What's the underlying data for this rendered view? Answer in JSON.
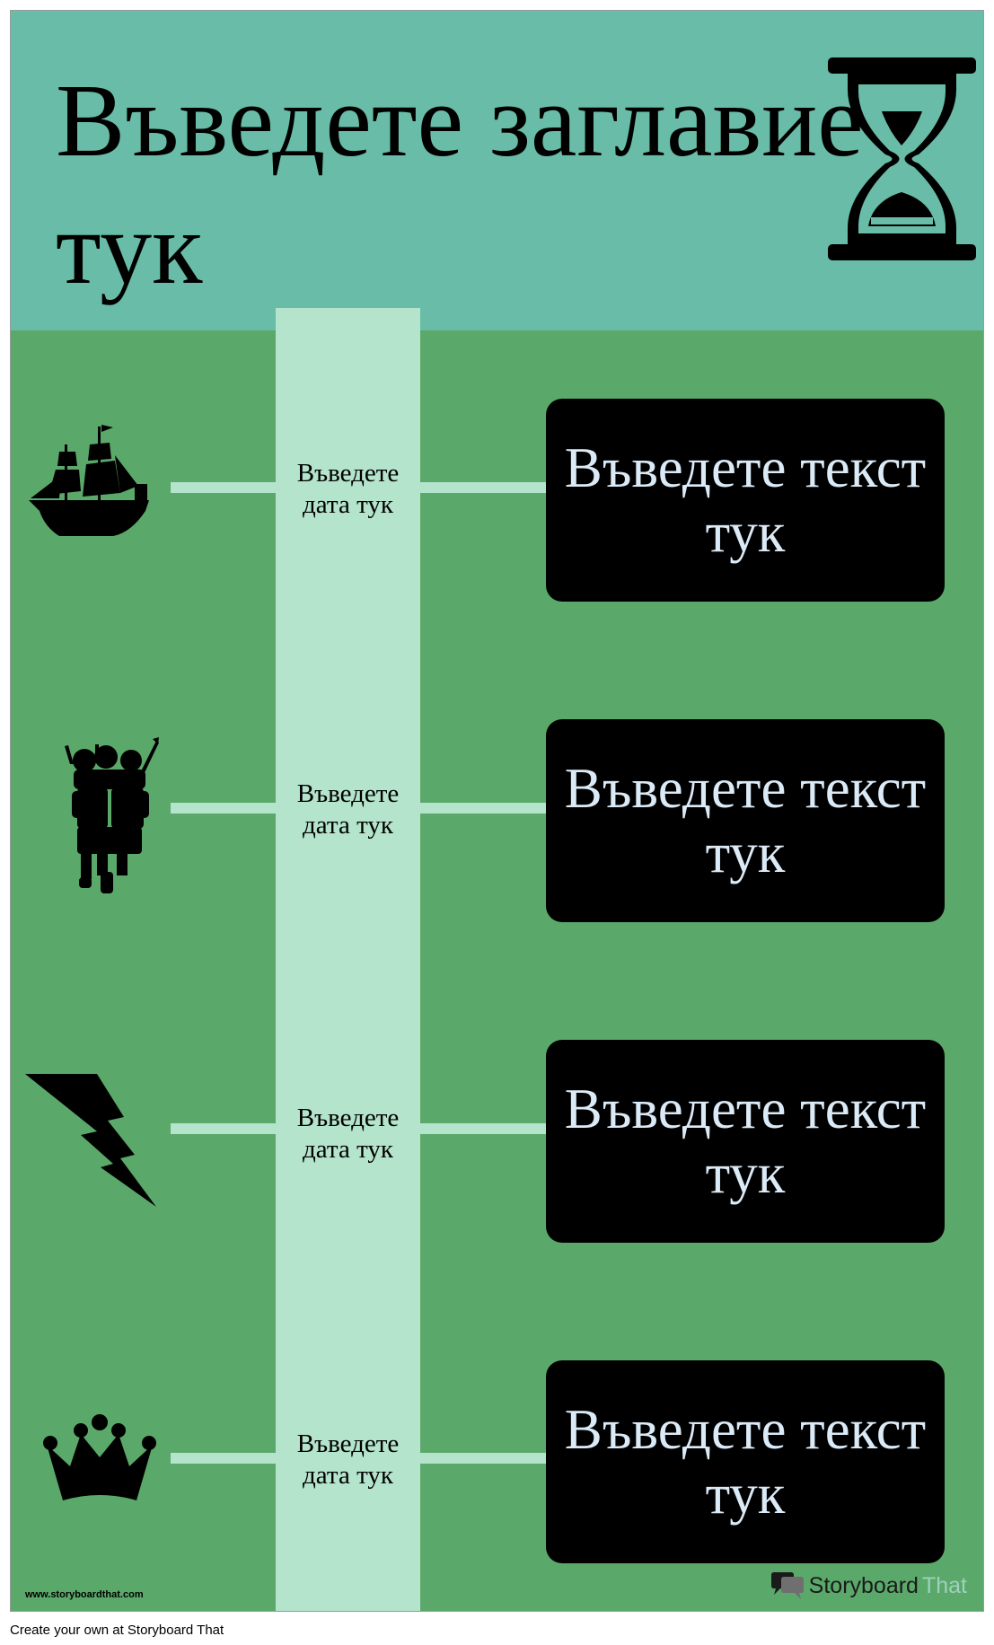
{
  "header": {
    "title": "Въведете заглавие тук"
  },
  "events": [
    {
      "date": "Въведете дата тук",
      "text": "Въведете текст тук",
      "icon": "ship-icon"
    },
    {
      "date": "Въведете дата тук",
      "text": "Въведете текст тук",
      "icon": "bagpipers-icon"
    },
    {
      "date": "Въведете дата тук",
      "text": "Въведете текст тук",
      "icon": "lightning-icon"
    },
    {
      "date": "Въведете дата тук",
      "text": "Въведете текст тук",
      "icon": "crown-icon"
    }
  ],
  "watermark": {
    "site": "www.storyboardthat.com",
    "brand_dark": "Storyboard",
    "brand_light": "That"
  },
  "footer": {
    "text": "Create your own at Storyboard That"
  },
  "colors": {
    "header_bg": "#69bda8",
    "body_bg": "#5aa96a",
    "band": "#b4e4cc",
    "card_bg": "#000000",
    "card_text": "#dbeaf7"
  }
}
